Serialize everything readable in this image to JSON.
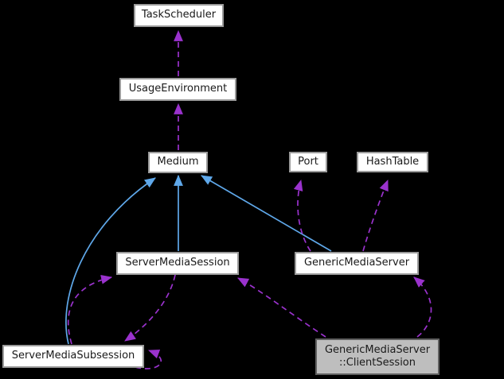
{
  "diagram": {
    "type": "collaboration-graph",
    "nodes": {
      "taskscheduler": "TaskScheduler",
      "usageenvironment": "UsageEnvironment",
      "medium": "Medium",
      "port": "Port",
      "hashtable": "HashTable",
      "servermediasession": "ServerMediaSession",
      "genericmediaserver": "GenericMediaServer",
      "servermediasubsession": "ServerMediaSubsession",
      "clientsession_line1": "GenericMediaServer",
      "clientsession_line2": "::ClientSession"
    },
    "edges": [
      {
        "from": "UsageEnvironment",
        "to": "TaskScheduler",
        "style": "dashed",
        "relation": "usage"
      },
      {
        "from": "Medium",
        "to": "UsageEnvironment",
        "style": "dashed",
        "relation": "usage"
      },
      {
        "from": "ServerMediaSession",
        "to": "Medium",
        "style": "solid",
        "relation": "inheritance"
      },
      {
        "from": "GenericMediaServer",
        "to": "Medium",
        "style": "solid",
        "relation": "inheritance"
      },
      {
        "from": "ServerMediaSubsession",
        "to": "Medium",
        "style": "solid",
        "relation": "inheritance"
      },
      {
        "from": "GenericMediaServer",
        "to": "Port",
        "style": "dashed",
        "relation": "usage"
      },
      {
        "from": "GenericMediaServer",
        "to": "HashTable",
        "style": "dashed",
        "relation": "usage"
      },
      {
        "from": "ServerMediaSubsession",
        "to": "ServerMediaSession",
        "style": "dashed",
        "relation": "usage"
      },
      {
        "from": "ServerMediaSession",
        "to": "ServerMediaSubsession",
        "style": "dashed",
        "relation": "usage"
      },
      {
        "from": "GenericMediaServer::ClientSession",
        "to": "ServerMediaSession",
        "style": "dashed",
        "relation": "usage"
      },
      {
        "from": "GenericMediaServer::ClientSession",
        "to": "GenericMediaServer",
        "style": "dashed",
        "relation": "usage"
      },
      {
        "from": "ServerMediaSubsession",
        "to": "ServerMediaSubsession",
        "style": "dashed",
        "relation": "usage-self-loop"
      }
    ],
    "highlighted_node": "GenericMediaServer::ClientSession"
  },
  "colors": {
    "background": "#000000",
    "inheritance": "#5fa8ea",
    "usage": "#9a32cd",
    "node_bg": "#ffffff",
    "node_border": "#9b9b9b",
    "highlight_bg": "#bebebe",
    "highlight_border": "#606060",
    "text": "#1a1a1a"
  }
}
